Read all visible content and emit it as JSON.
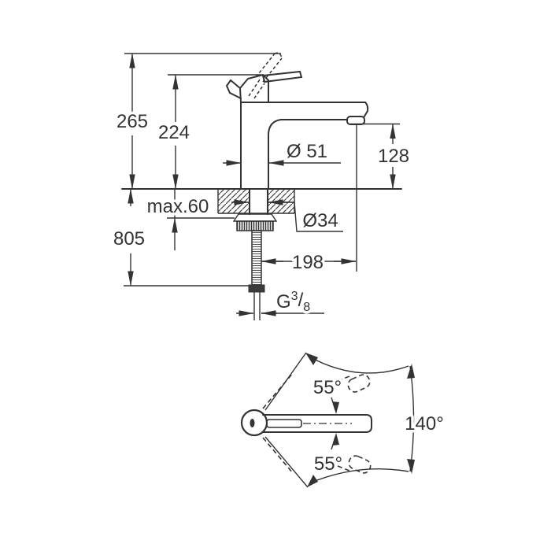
{
  "drawing": {
    "side_view": {
      "total_height": "265",
      "spout_top_height": "224",
      "body_diameter": "Ø 51",
      "outlet_height": "128",
      "max_counter_thickness": "max.60",
      "hole_diameter": "Ø34",
      "install_height": "805",
      "spout_reach": "198",
      "thread": {
        "prefix": "G",
        "sup": "3",
        "slash": "/",
        "sub": "8"
      }
    },
    "top_view": {
      "upper_angle": "55°",
      "lower_angle": "55°",
      "total_angle": "140°"
    },
    "colors": {
      "line": "#333333",
      "background": "#ffffff"
    }
  }
}
